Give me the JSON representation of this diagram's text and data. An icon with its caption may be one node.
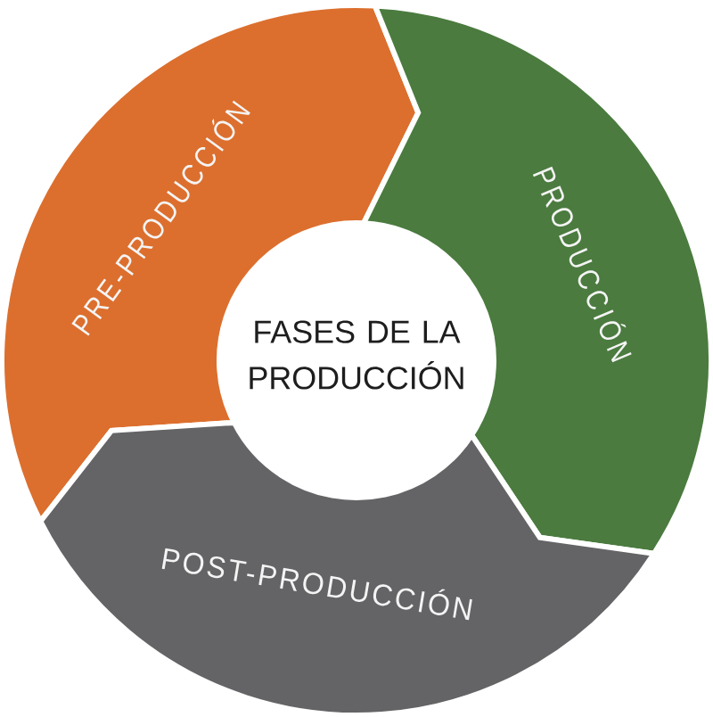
{
  "diagram": {
    "nodes": [
      {
        "text": [
          "PRE-PRODUCCIÓN"
        ]
      },
      {
        "text": [
          "PRODUCCIÓN"
        ]
      },
      {
        "text": [
          "FASES DE LA PRODUCCIÓN"
        ]
      },
      {
        "text": [
          "POST-PRODUCCIÓN"
        ]
      }
    ]
  }
}
